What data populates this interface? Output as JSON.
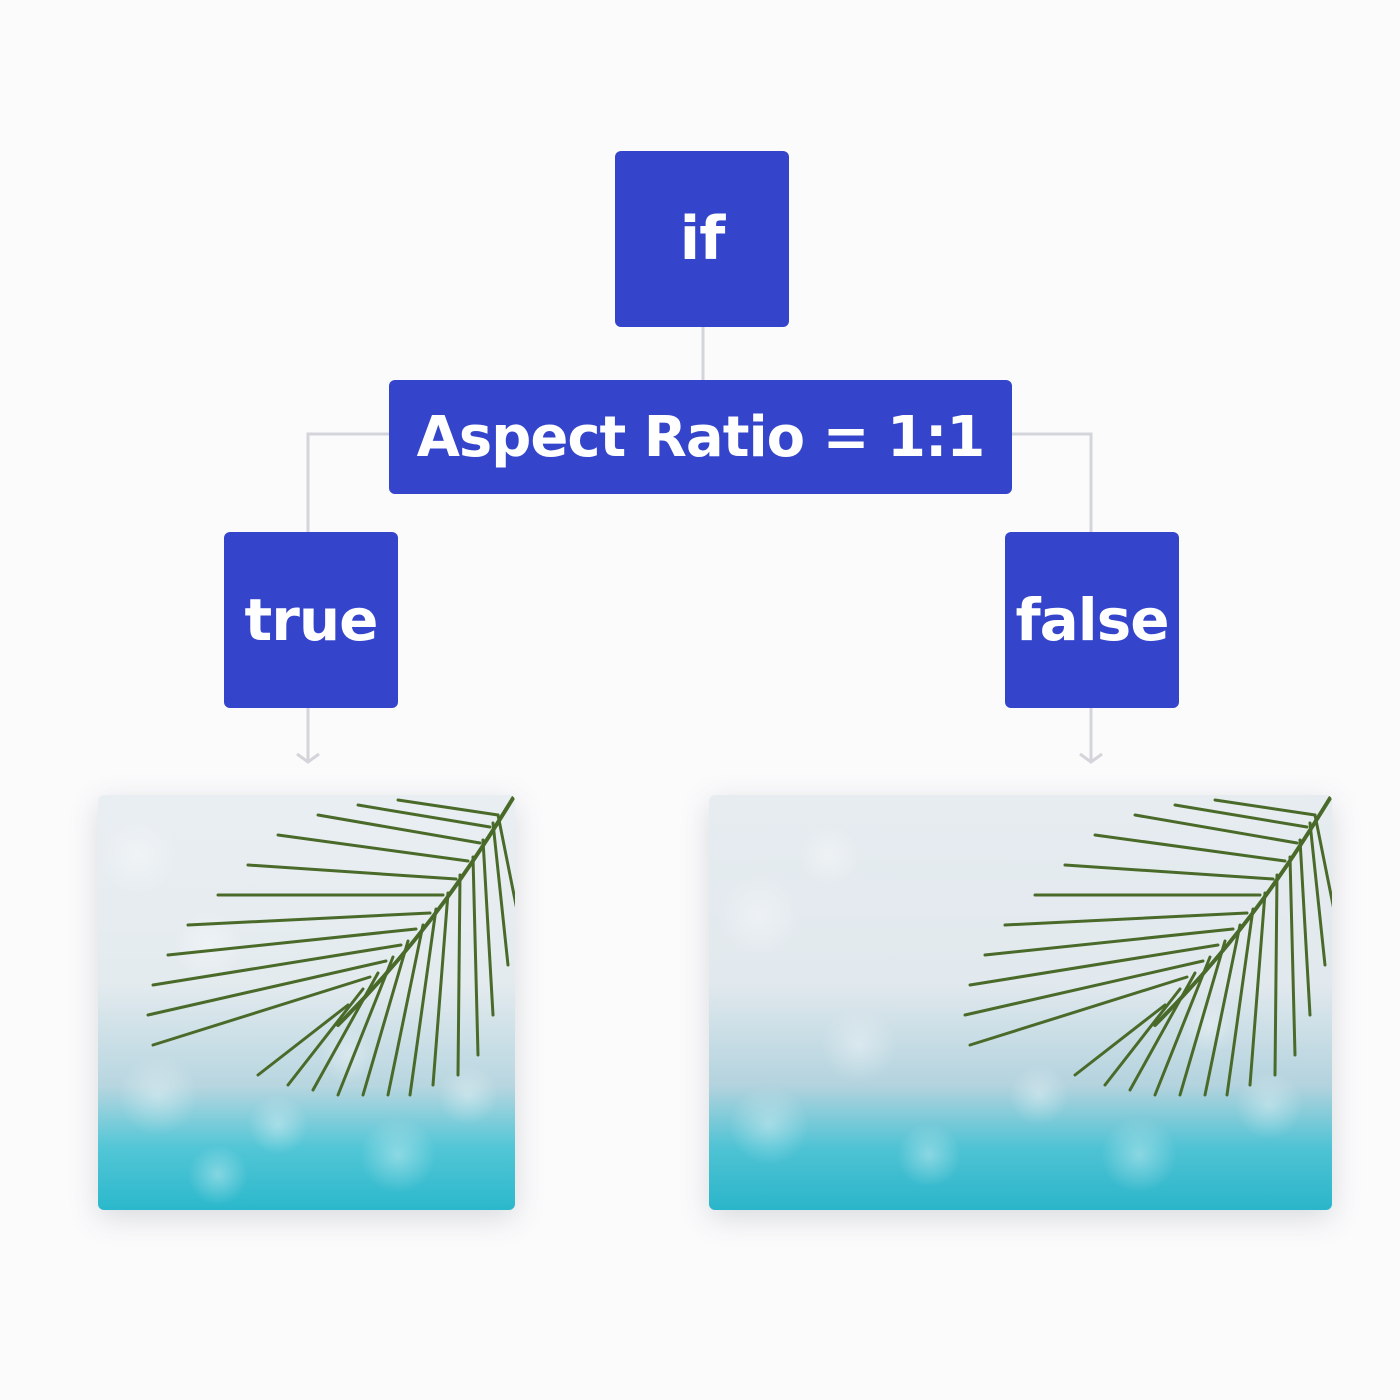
{
  "diagram": {
    "nodes": {
      "if_label": "if",
      "condition_label": "Aspect Ratio = 1:1",
      "true_label": "true",
      "false_label": "false"
    },
    "colors": {
      "node_fill": "#3445cc",
      "connector": "#d3d5da",
      "sky_top": "#eef2f5",
      "water": "#2cc3d6",
      "frond": "#4a6a2a"
    },
    "images": {
      "true_branch": "square-palm-photo",
      "false_branch": "wide-palm-photo"
    }
  }
}
